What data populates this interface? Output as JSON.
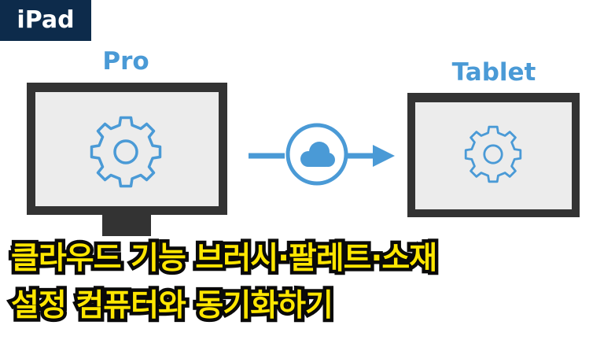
{
  "badge": {
    "label": "iPad"
  },
  "devices": {
    "source_label": "Pro",
    "target_label": "Tablet"
  },
  "icons": {
    "source_screen": "gear-icon",
    "sync": "cloud-icon",
    "direction": "arrow-right-icon",
    "target_screen": "gear-icon"
  },
  "colors": {
    "accent_blue": "#4a9ad6",
    "device_frame": "#333333",
    "screen_fill": "#ececec",
    "badge_bg": "#0d2b4b",
    "caption_fill": "#ffe600",
    "caption_outline": "#0a0a0a"
  },
  "caption": {
    "line1": "클라우드 기능 브러시·팔레트·소재",
    "line2": "설정 컴퓨터와 동기화하기"
  }
}
